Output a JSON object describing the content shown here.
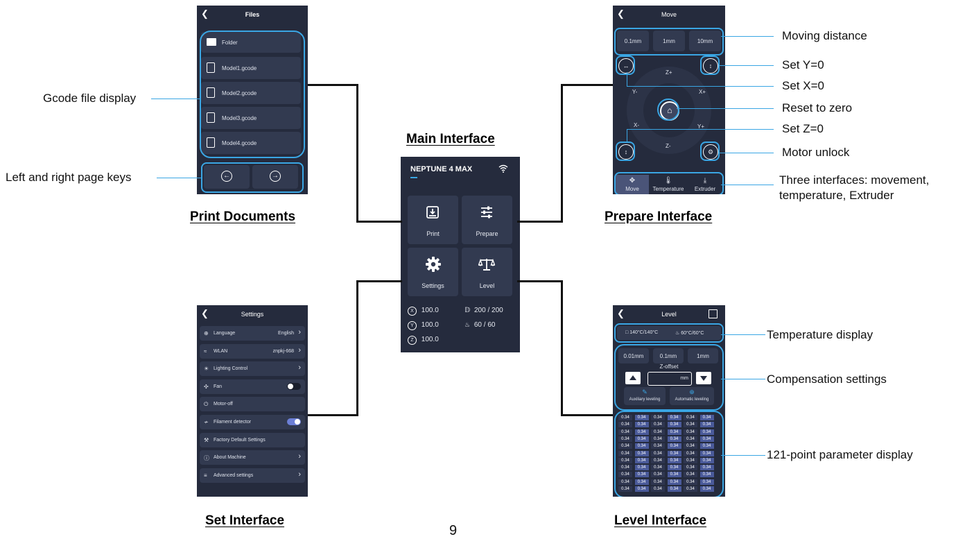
{
  "titles": {
    "main": "Main Interface",
    "print": "Print Documents",
    "prepare": "Prepare Interface",
    "set": "Set Interface",
    "level": "Level Interface"
  },
  "page_number": "9",
  "callouts": {
    "gcode_display": "Gcode file display",
    "page_keys": "Left and right page keys",
    "moving_distance": "Moving distance",
    "set_y": "Set Y=0",
    "set_x": "Set X=0",
    "reset_zero": "Reset to zero",
    "set_z": "Set Z=0",
    "motor_unlock": "Motor unlock",
    "three_interfaces_1": "Three interfaces: movement,",
    "three_interfaces_2": "temperature, Extruder",
    "temperature_display": "Temperature display",
    "compensation": "Compensation settings",
    "parameter_display": "121-point parameter display"
  },
  "files_screen": {
    "title": "Files",
    "items": [
      "Folder",
      "Model1.gcode",
      "Model2.gcode",
      "Model3.gcode",
      "Model4.gcode"
    ]
  },
  "main_screen": {
    "model": "NEPTUNE 4 MAX",
    "buttons": [
      "Print",
      "Prepare",
      "Settings",
      "Level"
    ],
    "x": "100.0",
    "y": "100.0",
    "z": "100.0",
    "nozzle": "200 / 200",
    "bed": "60 / 60"
  },
  "move_screen": {
    "title": "Move",
    "distances": [
      "0.1mm",
      "1mm",
      "10mm"
    ],
    "axes": {
      "zp": "Z+",
      "ym": "Y-",
      "xp": "X+",
      "xm": "X-",
      "yp": "Y+",
      "zm": "Z-"
    },
    "tabs": [
      "Move",
      "Temperature",
      "Extruder"
    ]
  },
  "settings_screen": {
    "title": "Settings",
    "items": [
      {
        "label": "Language",
        "value": "English",
        "icon": "globe-icon"
      },
      {
        "label": "WLAN",
        "value": "znpkj-668",
        "icon": "wifi-icon"
      },
      {
        "label": "Lighting Control",
        "value": "",
        "icon": "bulb-icon"
      },
      {
        "label": "Fan",
        "value": "",
        "icon": "fan-icon"
      },
      {
        "label": "Motor-off",
        "value": "",
        "icon": "power-icon"
      },
      {
        "label": "Filament detector",
        "value": "",
        "icon": "filament-icon"
      },
      {
        "label": "Factory Default Settings",
        "value": "",
        "icon": "wrench-icon"
      },
      {
        "label": "About Machine",
        "value": "",
        "icon": "info-icon"
      },
      {
        "label": "Advanced settings",
        "value": "",
        "icon": "sliders-icon"
      }
    ],
    "fan_on": false,
    "filament_on": true
  },
  "level_screen": {
    "title": "Level",
    "nozzle_temp": "140°C/140°C",
    "bed_temp": "60°C/60°C",
    "steps": [
      "0.01mm",
      "0.1mm",
      "1mm"
    ],
    "zoffset_label": "Z-offset",
    "unit": "mm",
    "aux_label": "Auxiliary leveling",
    "auto_label": "Automatic leveling",
    "grid_value": "0.34"
  }
}
